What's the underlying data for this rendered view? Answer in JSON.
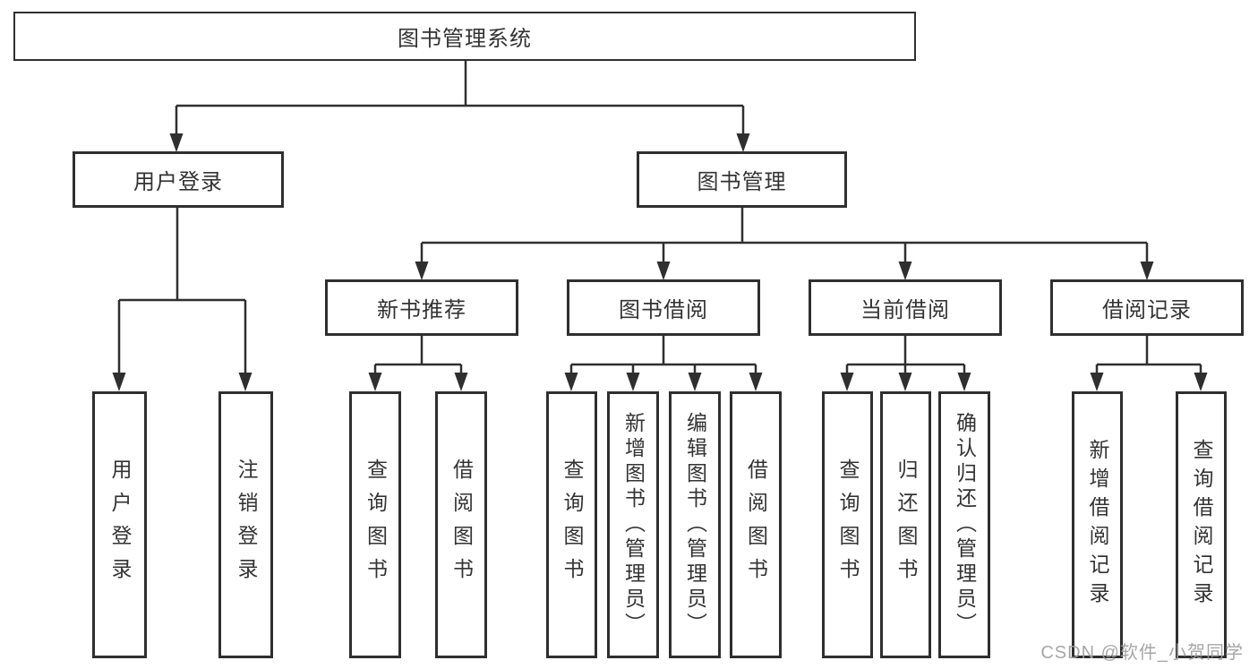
{
  "diagram_title": "图书管理系统",
  "colors": {
    "line": "#2f2f2f",
    "text": "#333333",
    "background": "#ffffff",
    "watermark": "#9e9e9e"
  },
  "nodes": {
    "root": "图书管理系统",
    "user_login": "用户登录",
    "book_mgmt": "图书管理",
    "new_book_rec": "新书推荐",
    "book_borrow": "图书借阅",
    "current_borrow": "当前借阅",
    "borrow_record": "借阅记录",
    "leaf_user_login": "用户登录",
    "leaf_logout": "注销登录",
    "leaf_query_book_1": "查询图书",
    "leaf_borrow_book_1": "借阅图书",
    "leaf_query_book_2": "查询图书",
    "leaf_add_book": "新增图书（管理员）",
    "leaf_edit_book": "编辑图书（管理员）",
    "leaf_borrow_book_2": "借阅图书",
    "leaf_query_book_3": "查询图书",
    "leaf_return_book": "归还图书",
    "leaf_confirm_return": "确认归还（管理员）",
    "leaf_add_record": "新增借阅记录",
    "leaf_query_record": "查询借阅记录"
  },
  "watermark": "CSDN @软件_小贺同学"
}
